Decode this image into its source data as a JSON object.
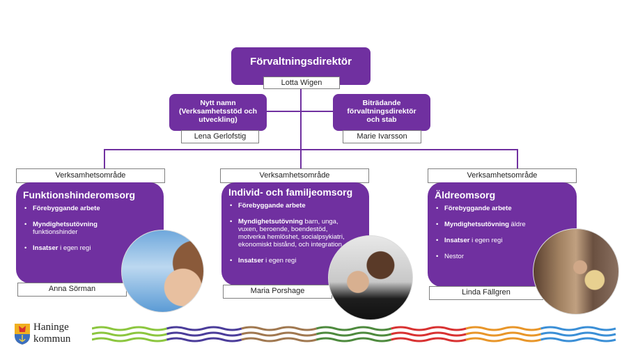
{
  "director": {
    "title": "Förvaltningsdirektör",
    "name": "Lotta Wigen"
  },
  "left_unit": {
    "title": "Nytt namn (Verksamhetsstöd och utveckling)",
    "name": "Lena Gerlofstig"
  },
  "right_unit": {
    "title": "Biträdande förvaltningsdirektör och stab",
    "name": "Marie Ivarsson"
  },
  "areas": [
    {
      "label": "Verksamhetsområde",
      "title": "Funktionshinderomsorg",
      "name": "Anna Sörman",
      "items": [
        {
          "bold": "Förebyggande arbete",
          "rest": ""
        },
        {
          "bold": "Myndighetsutövning",
          "rest": "funktionshinder"
        },
        {
          "bold": "Insatser",
          "rest": "i egen regi"
        }
      ]
    },
    {
      "label": "Verksamhetsområde",
      "title": "Individ- och familjeomsorg",
      "name": "Maria Porshage",
      "items": [
        {
          "bold": "Förebyggande arbete",
          "rest": ""
        },
        {
          "bold": "Myndighetsutövning",
          "rest": "barn, unga, vuxen, beroende, boendestöd, motverka hemlöshet, socialpsykiatri, ekonomiskt bistånd, och integration."
        },
        {
          "bold": "Insatser",
          "rest": "i egen regi"
        }
      ]
    },
    {
      "label": "Verksamhetsområde",
      "title": "Äldreomsorg",
      "name": "Linda Fällgren",
      "items": [
        {
          "bold": "Förebyggande arbete",
          "rest": ""
        },
        {
          "bold": "Myndighetsutövning",
          "rest": "äldre"
        },
        {
          "bold": "Insatser",
          "rest": "i egen regi"
        },
        {
          "bold": "",
          "rest": "Nestor"
        }
      ]
    }
  ],
  "logo": {
    "line1": "Haninge",
    "line2": "kommun"
  },
  "colors": {
    "purple": "#7030a0",
    "waves": [
      "#8cc63f",
      "#4b3d9a",
      "#a07850",
      "#4e8a3e",
      "#d83232",
      "#e8962a",
      "#3b8fd6"
    ]
  }
}
